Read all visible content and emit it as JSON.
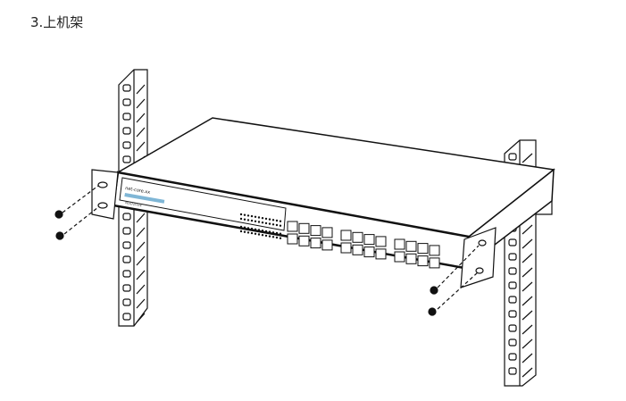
{
  "heading": "3.上机架",
  "device": {
    "brand_logo": "net-core.xx",
    "model": "NSD1024"
  }
}
